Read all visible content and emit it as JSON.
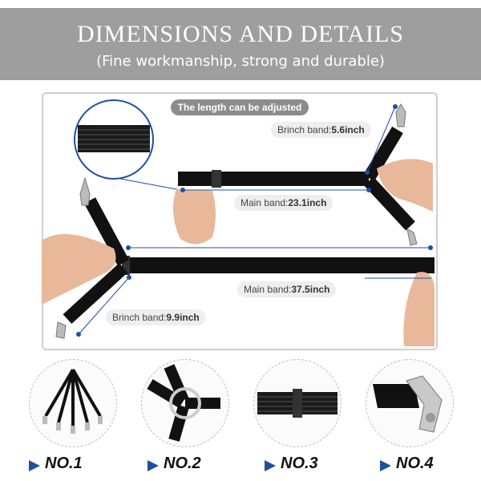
{
  "banner": {
    "title": "DIMENSIONS AND DETAILS",
    "subtitle": "(Fine workmanship, strong and durable)"
  },
  "diagram": {
    "adjust_note": "The length can be adjusted",
    "brinch_short": {
      "label": "Brinch band:",
      "value": "5.6inch"
    },
    "main_short": {
      "label": "Main band:",
      "value": "23.1inch"
    },
    "main_long": {
      "label": "Main band:",
      "value": "37.5inch"
    },
    "brinch_long": {
      "label": "Brinch band:",
      "value": "9.9inch"
    }
  },
  "variants": [
    "NO.1",
    "NO.2",
    "NO.3",
    "NO.4"
  ],
  "colors": {
    "banner": "#9e9e9e",
    "accent": "#1f4fa3",
    "band": "#111111"
  }
}
